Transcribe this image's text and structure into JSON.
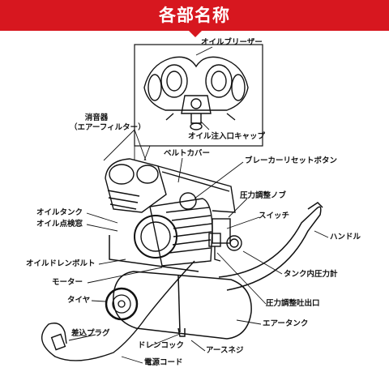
{
  "header": {
    "title": "各部名称",
    "color": "#d7171f"
  },
  "labels": {
    "oil_breather": "オイルブリーザー",
    "oil_fill_cap": "オイル注入口キャップ",
    "silencer_line1": "消音器",
    "silencer_line2": "（エアーフィルター）",
    "belt_cover": "ベルトカバー",
    "breaker_reset": "ブレーカーリセットボタン",
    "pressure_knob": "圧力調整ノブ",
    "switch": "スイッチ",
    "oil_tank": "オイルタンク",
    "oil_sight": "オイル点検窓",
    "handle": "ハンドル",
    "oil_drain_bolt": "オイルドレンボルト",
    "tank_gauge": "タンク内圧力計",
    "motor": "モーター",
    "tire": "タイヤ",
    "pressure_outlet": "圧力調整吐出口",
    "plug": "差込プラグ",
    "air_tank": "エアータンク",
    "drain_cock": "ドレンコック",
    "earth_screw": "アースネジ",
    "power_cord": "電源コード"
  }
}
